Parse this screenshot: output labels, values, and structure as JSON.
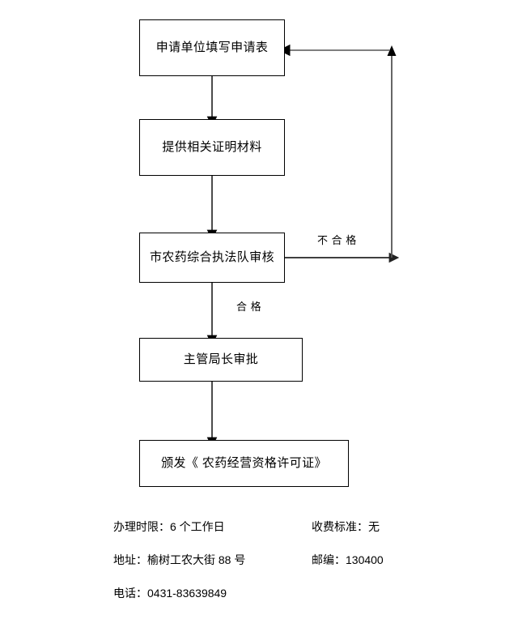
{
  "diagram": {
    "type": "flowchart",
    "title_present": false,
    "nodes": [
      {
        "id": "apply",
        "label": "申请单位填写申请表"
      },
      {
        "id": "materials",
        "label": "提供相关证明材料"
      },
      {
        "id": "review",
        "label": "市农药综合执法队审核"
      },
      {
        "id": "approve",
        "label": "主管局长审批"
      },
      {
        "id": "issue",
        "label": "颁发《 农药经营资格许可证》"
      }
    ],
    "edge_labels": {
      "reject": "不 合 格",
      "pass": "合 格"
    },
    "colors": {
      "stroke": "#000000",
      "loop_stroke": "#555555",
      "background": "#ffffff",
      "text": "#000000"
    }
  },
  "footer": {
    "rows": [
      {
        "left": "办理时限：6 个工作日",
        "right": "收费标准：无"
      },
      {
        "left": "地址：榆树工农大街 88 号",
        "right": "邮编：130400"
      },
      {
        "left": "电话：0431-83639849",
        "right": ""
      }
    ]
  }
}
